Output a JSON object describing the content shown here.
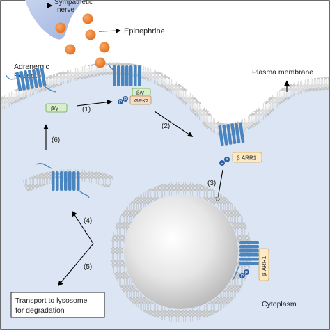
{
  "labels": {
    "sympathetic_nerve_1": "Sympathetic",
    "sympathetic_nerve_2": "nerve",
    "epinephrine": "Epinephrine",
    "adrenergic_receptor_1": "Adrenergic",
    "adrenergic_receptor_2": "Receptor",
    "plasma_membrane": "Plasma membrane",
    "cytoplasm": "Cytoplasm",
    "transport_1": "Transport to lysosome",
    "transport_2": "for degradation"
  },
  "proteins": {
    "beta_gamma": "β/γ",
    "grk2": "GRK2",
    "beta_arr1": "β ARR1",
    "phosphate": "P"
  },
  "steps": [
    "(1)",
    "(2)",
    "(3)",
    "(4)",
    "(5)",
    "(6)"
  ],
  "colors": {
    "cytoplasm": "#dbe5f3",
    "membrane_bead": "#cfcfcf",
    "receptor": "#4a85c0",
    "epinephrine": "#ee7d2d",
    "nerve": "#9fb3df",
    "beta_gamma_fill": "#d9efc9",
    "grk2_fill": "#f3dcc6",
    "arrestin_fill": "#fde9c4",
    "phosphate": "#2f5fa3"
  }
}
